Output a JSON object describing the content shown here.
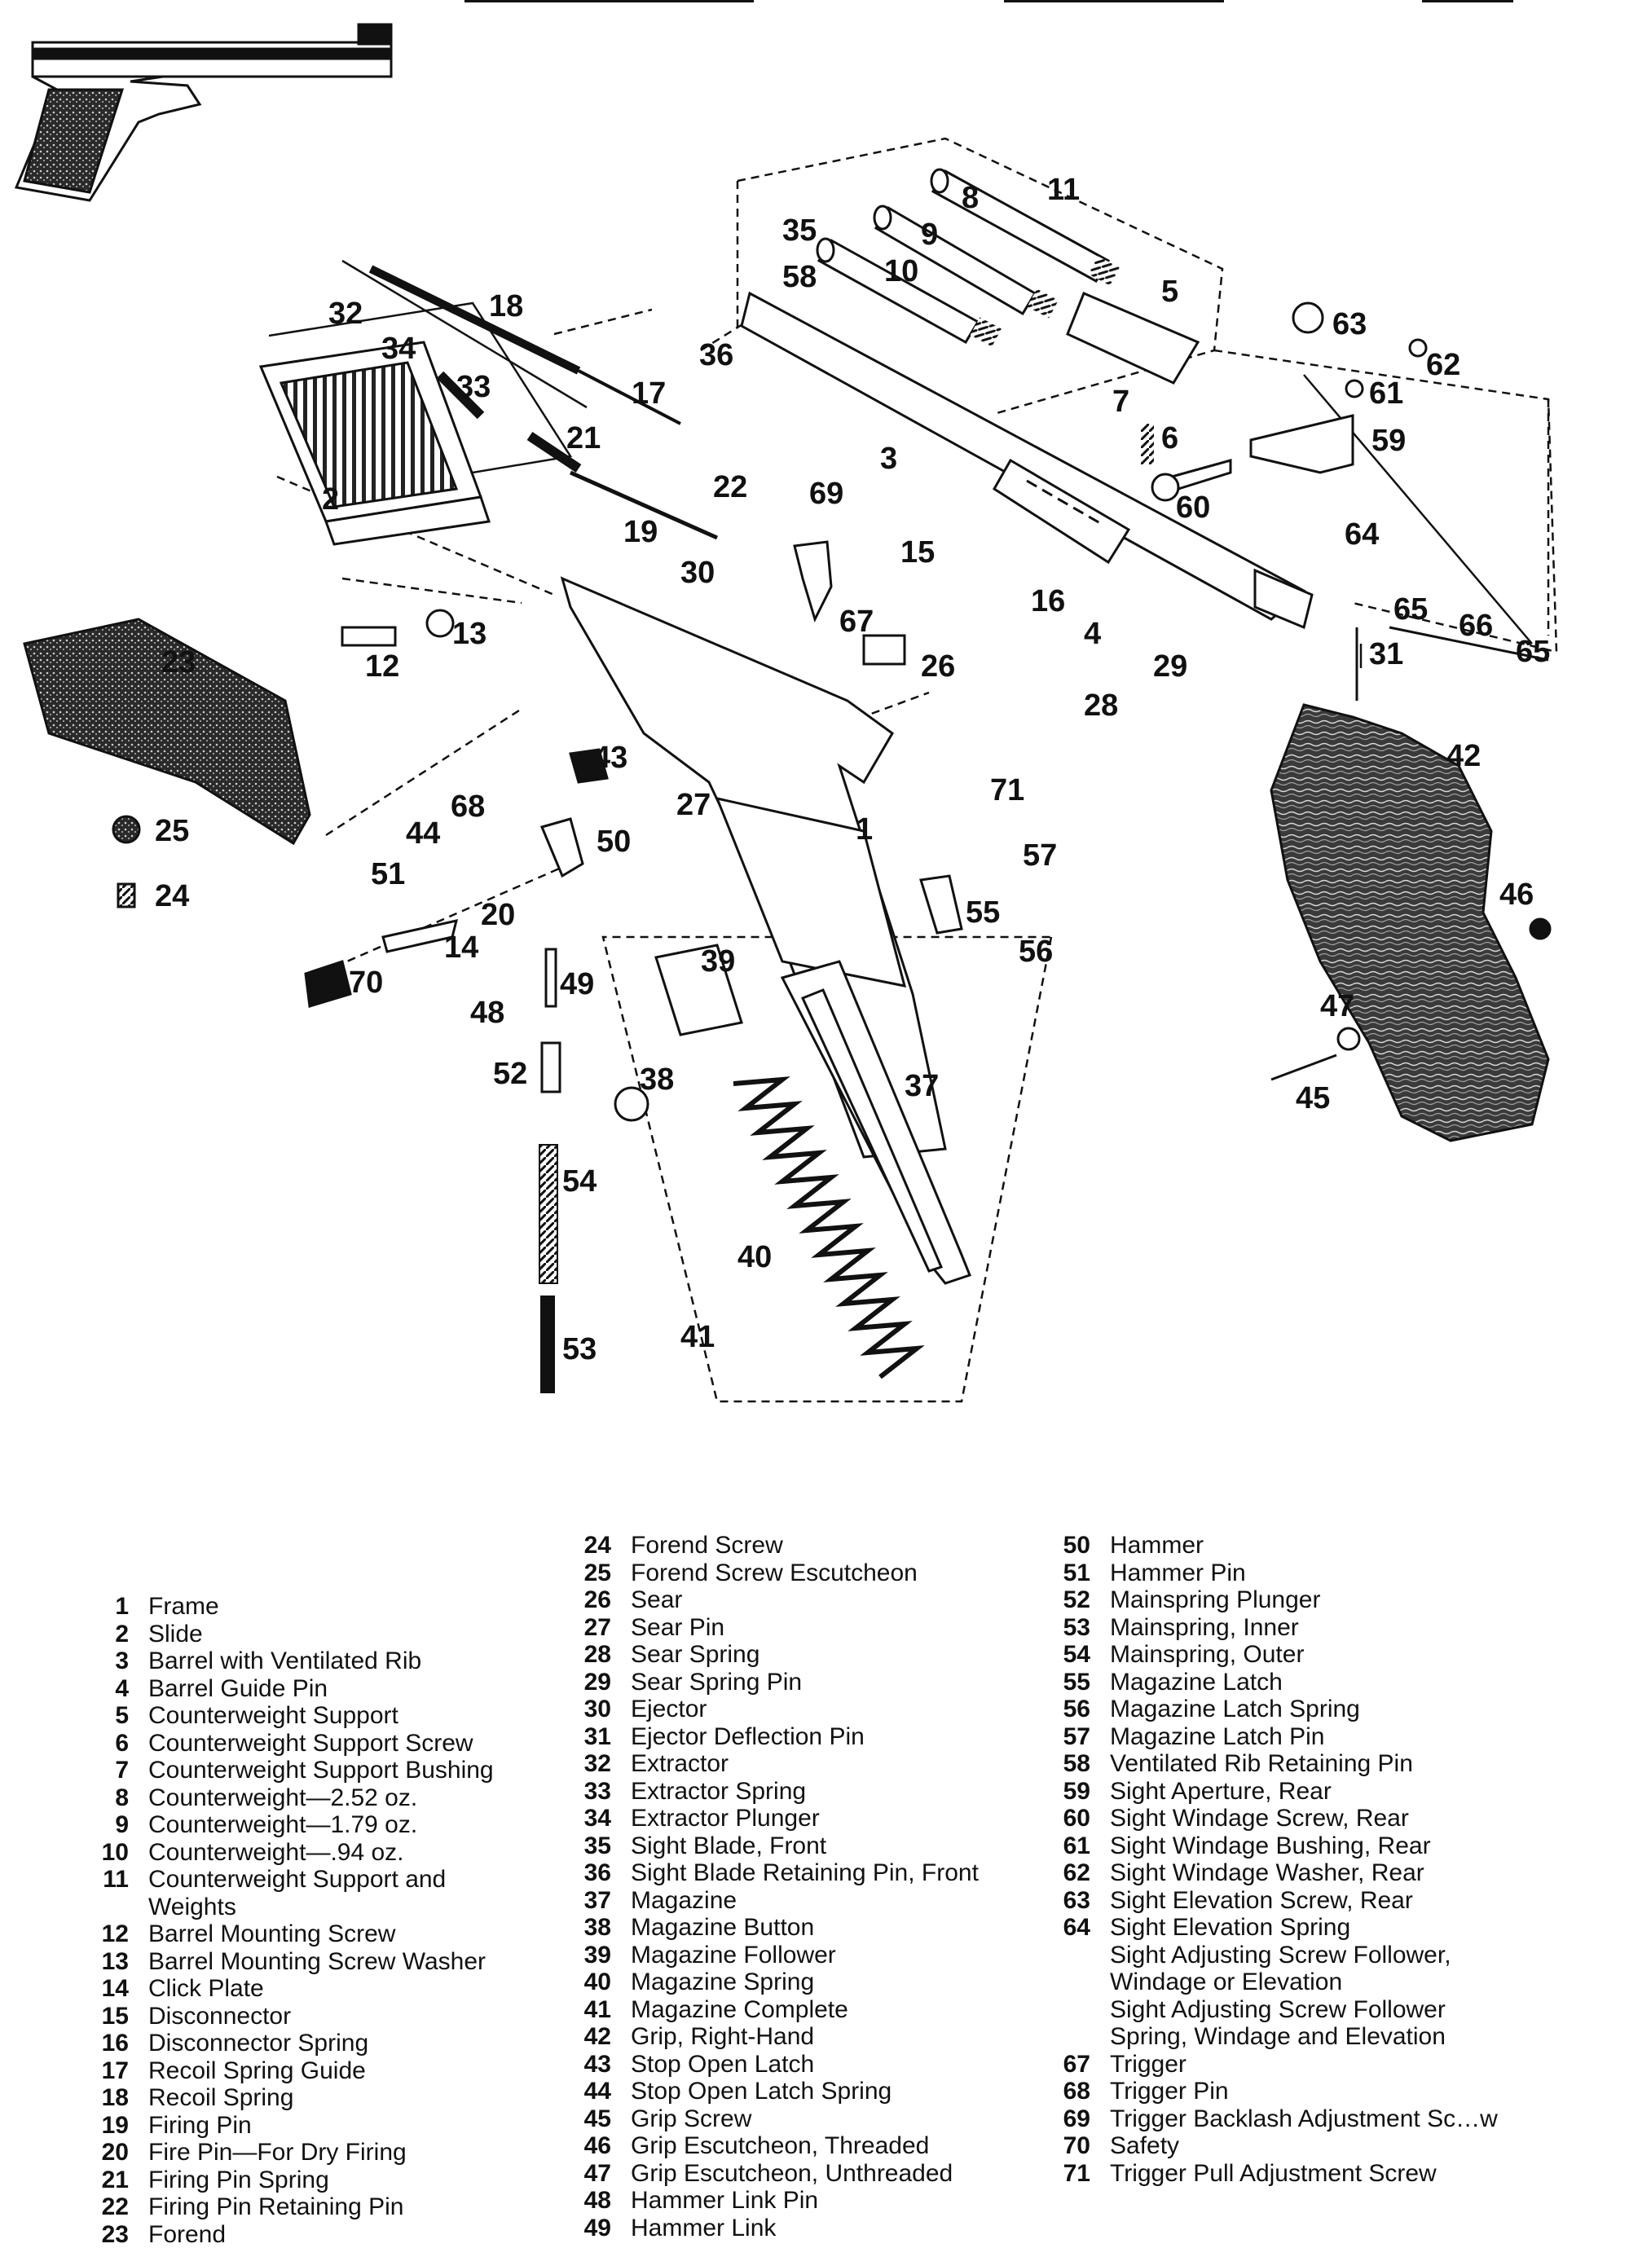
{
  "callouts": [
    "1",
    "2",
    "3",
    "4",
    "5",
    "6",
    "7",
    "8",
    "9",
    "10",
    "11",
    "12",
    "13",
    "14",
    "15",
    "16",
    "17",
    "18",
    "19",
    "20",
    "21",
    "22",
    "23",
    "24",
    "25",
    "26",
    "27",
    "28",
    "29",
    "30",
    "31",
    "32",
    "33",
    "34",
    "35",
    "36",
    "37",
    "38",
    "39",
    "40",
    "41",
    "42",
    "43",
    "44",
    "45",
    "46",
    "47",
    "48",
    "49",
    "50",
    "51",
    "52",
    "53",
    "54",
    "55",
    "56",
    "57",
    "58",
    "59",
    "60",
    "61",
    "62",
    "63",
    "64",
    "65",
    "66",
    "67",
    "68",
    "69",
    "70",
    "71",
    "65"
  ],
  "parts": [
    {
      "num": "1",
      "name": "Frame"
    },
    {
      "num": "2",
      "name": "Slide"
    },
    {
      "num": "3",
      "name": "Barrel with Ventilated Rib"
    },
    {
      "num": "4",
      "name": "Barrel Guide Pin"
    },
    {
      "num": "5",
      "name": "Counterweight Support"
    },
    {
      "num": "6",
      "name": "Counterweight Support Screw"
    },
    {
      "num": "7",
      "name": "Counterweight Support Bushing"
    },
    {
      "num": "8",
      "name": "Counterweight—2.52 oz."
    },
    {
      "num": "9",
      "name": "Counterweight—1.79 oz."
    },
    {
      "num": "10",
      "name": "Counterweight—.94 oz."
    },
    {
      "num": "11",
      "name": "Counterweight Support and"
    },
    {
      "num": "",
      "name": "Weights"
    },
    {
      "num": "12",
      "name": "Barrel Mounting Screw"
    },
    {
      "num": "13",
      "name": "Barrel Mounting Screw Washer"
    },
    {
      "num": "14",
      "name": "Click Plate"
    },
    {
      "num": "15",
      "name": "Disconnector"
    },
    {
      "num": "16",
      "name": "Disconnector Spring"
    },
    {
      "num": "17",
      "name": "Recoil Spring Guide"
    },
    {
      "num": "18",
      "name": "Recoil Spring"
    },
    {
      "num": "19",
      "name": "Firing Pin"
    },
    {
      "num": "20",
      "name": "Fire Pin—For Dry Firing"
    },
    {
      "num": "21",
      "name": "Firing Pin Spring"
    },
    {
      "num": "22",
      "name": "Firing Pin Retaining Pin"
    },
    {
      "num": "23",
      "name": "Forend"
    },
    {
      "num": "24",
      "name": "Forend Screw"
    },
    {
      "num": "25",
      "name": "Forend Screw Escutcheon"
    },
    {
      "num": "26",
      "name": "Sear"
    },
    {
      "num": "27",
      "name": "Sear Pin"
    },
    {
      "num": "28",
      "name": "Sear Spring"
    },
    {
      "num": "29",
      "name": "Sear Spring Pin"
    },
    {
      "num": "30",
      "name": "Ejector"
    },
    {
      "num": "31",
      "name": "Ejector Deflection Pin"
    },
    {
      "num": "32",
      "name": "Extractor"
    },
    {
      "num": "33",
      "name": "Extractor Spring"
    },
    {
      "num": "34",
      "name": "Extractor Plunger"
    },
    {
      "num": "35",
      "name": "Sight Blade, Front"
    },
    {
      "num": "36",
      "name": "Sight Blade Retaining Pin, Front"
    },
    {
      "num": "37",
      "name": "Magazine"
    },
    {
      "num": "38",
      "name": "Magazine Button"
    },
    {
      "num": "39",
      "name": "Magazine Follower"
    },
    {
      "num": "40",
      "name": "Magazine Spring"
    },
    {
      "num": "41",
      "name": "Magazine Complete"
    },
    {
      "num": "42",
      "name": "Grip, Right-Hand"
    },
    {
      "num": "43",
      "name": "Stop Open Latch"
    },
    {
      "num": "44",
      "name": "Stop Open Latch Spring"
    },
    {
      "num": "45",
      "name": "Grip Screw"
    },
    {
      "num": "46",
      "name": "Grip Escutcheon, Threaded"
    },
    {
      "num": "47",
      "name": "Grip Escutcheon, Unthreaded"
    },
    {
      "num": "48",
      "name": "Hammer Link Pin"
    },
    {
      "num": "49",
      "name": "Hammer Link"
    },
    {
      "num": "50",
      "name": "Hammer"
    },
    {
      "num": "51",
      "name": "Hammer Pin"
    },
    {
      "num": "52",
      "name": "Mainspring Plunger"
    },
    {
      "num": "53",
      "name": "Mainspring, Inner"
    },
    {
      "num": "54",
      "name": "Mainspring, Outer"
    },
    {
      "num": "55",
      "name": "Magazine Latch"
    },
    {
      "num": "56",
      "name": "Magazine Latch Spring"
    },
    {
      "num": "57",
      "name": "Magazine Latch Pin"
    },
    {
      "num": "58",
      "name": "Ventilated Rib Retaining Pin"
    },
    {
      "num": "59",
      "name": "Sight Aperture, Rear"
    },
    {
      "num": "60",
      "name": "Sight Windage Screw, Rear"
    },
    {
      "num": "61",
      "name": "Sight Windage Bushing, Rear"
    },
    {
      "num": "62",
      "name": "Sight Windage Washer, Rear"
    },
    {
      "num": "63",
      "name": "Sight Elevation Screw, Rear"
    },
    {
      "num": "64",
      "name": "Sight Elevation Spring"
    },
    {
      "num": "65",
      "name": "Sight Adjusting Screw Follower,"
    },
    {
      "num": "",
      "name": "Windage or Elevation"
    },
    {
      "num": "66",
      "name": "Sight Adjusting Screw Follower"
    },
    {
      "num": "",
      "name": "Spring, Windage and Elevation"
    },
    {
      "num": "67",
      "name": "Trigger"
    },
    {
      "num": "68",
      "name": "Trigger Pin"
    },
    {
      "num": "69",
      "name": "Trigger Backlash Adjustment Sc…w"
    },
    {
      "num": "70",
      "name": "Safety"
    },
    {
      "num": "71",
      "name": "Trigger Pull Adjustment Screw"
    }
  ]
}
